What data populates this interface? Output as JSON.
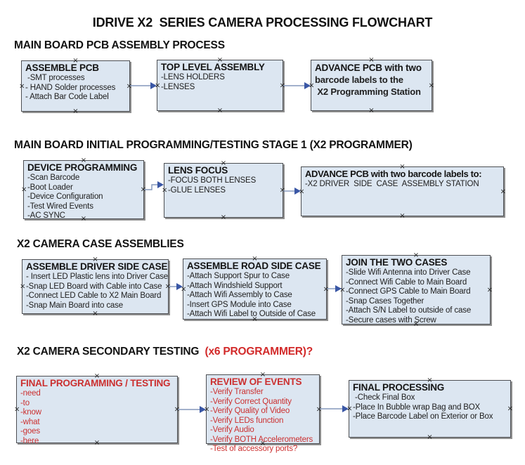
{
  "title": "IDRIVE X2  SERIES CAMERA PROCESSING FLOWCHART",
  "colors": {
    "box_fill": "#DCE6F1",
    "box_border": "#4D4F53",
    "arrow_line": "#8397BB",
    "arrow_head": "#3A57A5",
    "red_text": "#CB3030",
    "black_text": "#141414"
  },
  "sections": [
    {
      "heading": "MAIN BOARD PCB ASSEMBLY PROCESS",
      "boxes": [
        {
          "title": "ASSEMBLE PCB",
          "items": [
            " -SMT processes",
            "- HAND Solder processes",
            "- Attach Bar Code Label"
          ]
        },
        {
          "title": "TOP LEVEL ASSEMBLY",
          "items": [
            "-LENS HOLDERS",
            "-LENSES"
          ]
        },
        {
          "title": "ADVANCE PCB with two",
          "items": [
            "barcode labels to the",
            " X2 Programming Station"
          ]
        }
      ]
    },
    {
      "heading": "MAIN BOARD INITIAL PROGRAMMING/TESTING STAGE 1 (X2 PROGRAMMER)",
      "boxes": [
        {
          "title": "DEVICE PROGRAMMING",
          "items": [
            "-Scan Barcode",
            "-Boot Loader",
            "-Device Configuration",
            "-Test Wired Events",
            "-AC SYNC"
          ]
        },
        {
          "title": "LENS FOCUS",
          "items": [
            "-FOCUS BOTH LENSES",
            "-GLUE LENSES"
          ]
        },
        {
          "title": "ADVANCE PCB with two barcode labels to:",
          "items": [
            "-X2 DRIVER  SIDE  CASE  ASSEMBLY STATION"
          ]
        }
      ]
    },
    {
      "heading": "X2 CAMERA CASE ASSEMBLIES",
      "boxes": [
        {
          "title": "ASSEMBLE DRIVER SIDE CASE",
          "items": [
            "- Insert LED Plastic lens into Driver Case",
            "-Snap LED Board with Cable into Case",
            "-Connect LED Cable to X2 Main Board",
            "-Snap Main Board into case"
          ]
        },
        {
          "title": "ASSEMBLE ROAD SIDE CASE",
          "items": [
            "-Attach Support Spur to Case",
            "-Attach Windshield Support",
            "-Attach Wifi Assembly to Case",
            "-Insert GPS Module into Case",
            "-Attach Wifi Label to Outside of Case"
          ]
        },
        {
          "title": "JOIN THE TWO CASES",
          "items": [
            "-Slide Wifi Antenna into Driver Case",
            "-Connect Wifi Cable to Main Board",
            "-Connect GPS Cable to Main Board",
            "-Snap Cases Together",
            "-Attach S/N Label to outside of case",
            "-Secure cases with Screw"
          ]
        }
      ]
    },
    {
      "heading": "X2 CAMERA SECONDARY TESTING  ",
      "heading_red": "(x6 PROGRAMMER)?",
      "boxes": [
        {
          "title": "FINAL PROGRAMMING / TESTING",
          "items": [
            "-need",
            "-to",
            "-know",
            "-what",
            "-goes",
            "-here"
          ]
        },
        {
          "title": "REVIEW OF EVENTS",
          "items": [
            "-Verify Transfer",
            "-Verify Correct Quantity",
            "-Verify Quality of Video",
            "-Verify LEDs function",
            "-Verify Audio",
            "-Verify BOTH Accelerometers",
            "-Test of accessory ports?"
          ]
        },
        {
          "title": "FINAL PROCESSING",
          "items": [
            " -Check Final Box",
            "-Place In Bubble wrap Bag and BOX",
            "-Place Barcode Label on Exterior or Box"
          ]
        }
      ]
    }
  ]
}
